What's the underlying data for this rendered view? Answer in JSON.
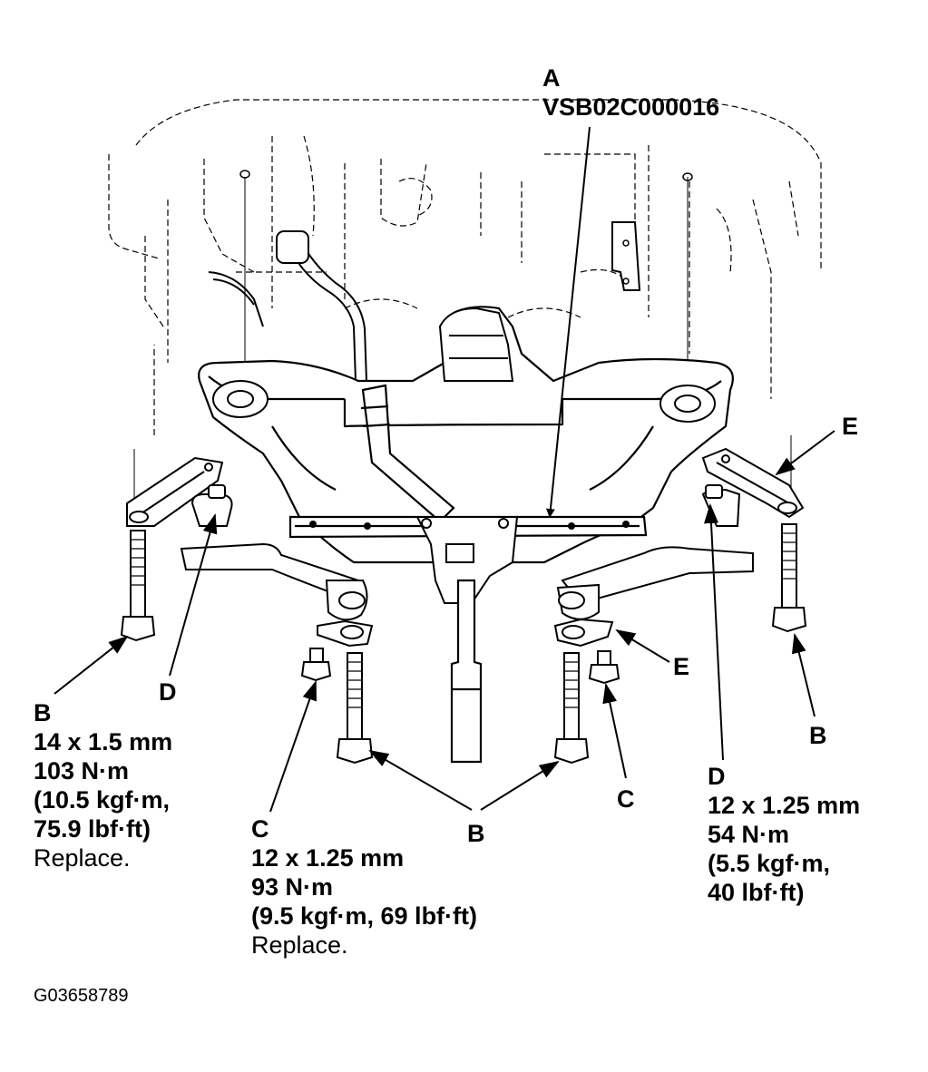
{
  "part_a": {
    "letter": "A",
    "part_number": "VSB02C000016"
  },
  "callout_b_left": {
    "letter": "B",
    "size": "14 x 1.5 mm",
    "torque": "103 N·m",
    "torque_alt_1": "(10.5 kgf·m,",
    "torque_alt_2": "75.9 lbf·ft)",
    "note": "Replace."
  },
  "callout_c_left": {
    "letter": "C",
    "size": "12 x 1.25 mm",
    "torque": "93 N·m",
    "torque_alt": "(9.5 kgf·m, 69 lbf·ft)",
    "note": "Replace."
  },
  "callout_d_right": {
    "letter": "D",
    "size": "12 x 1.25 mm",
    "torque": "54 N·m",
    "torque_alt_1": "(5.5 kgf·m,",
    "torque_alt_2": "40 lbf·ft)"
  },
  "letters": {
    "d_left": "D",
    "c_right": "C",
    "b_center": "B",
    "b_right": "B",
    "e_top_right": "E",
    "e_center": "E"
  },
  "figure_code": "G03658789"
}
